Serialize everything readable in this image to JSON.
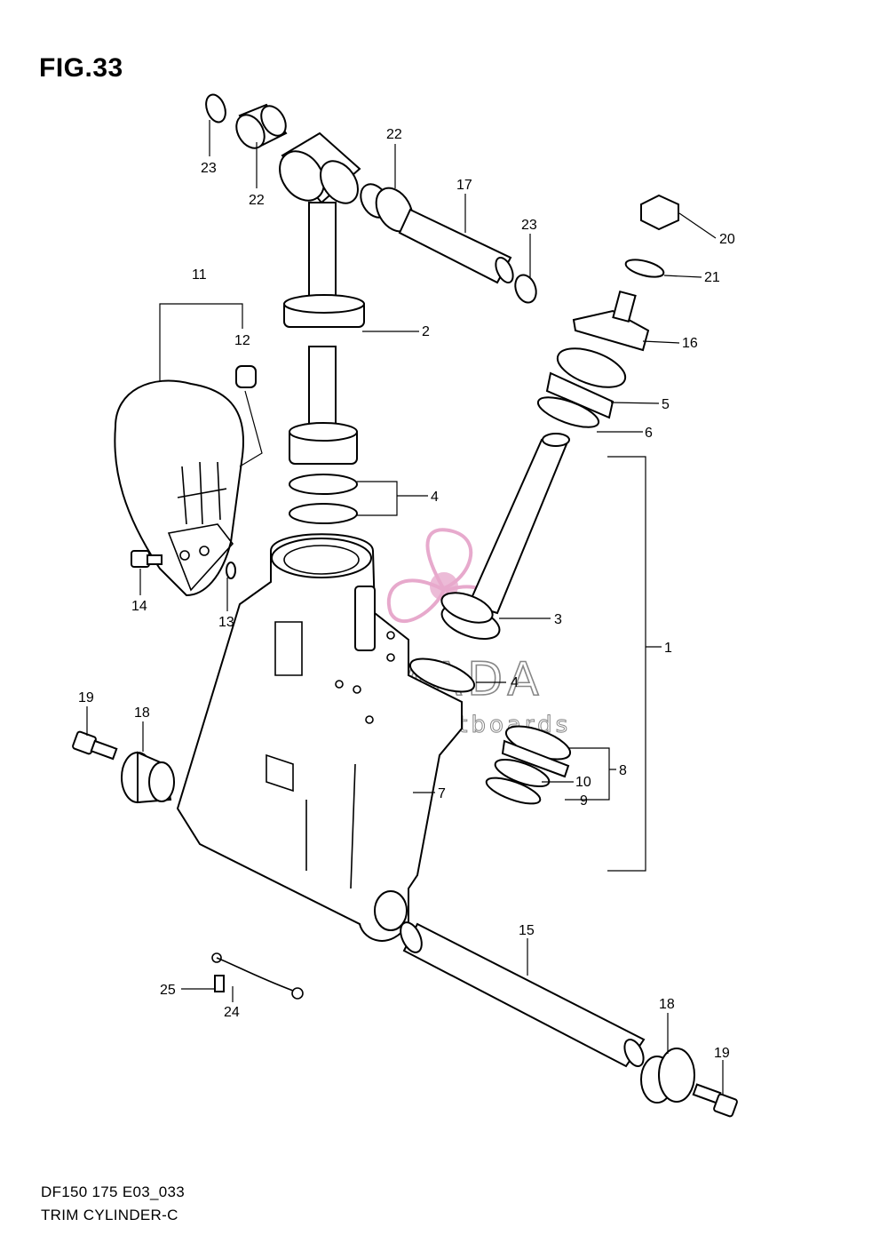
{
  "figure": {
    "title": "FIG.33",
    "model_code": "DF150 175 E03_033",
    "section_name": "TRIM CYLINDER-C"
  },
  "watermark": {
    "brand": "ARMADA",
    "tagline": "marine outboards",
    "accent_color": "#e39bc4"
  },
  "callouts": [
    "23",
    "22",
    "22",
    "23",
    "17",
    "20",
    "21",
    "11",
    "12",
    "2",
    "16",
    "5",
    "6",
    "4",
    "14",
    "13",
    "3",
    "1",
    "19",
    "18",
    "4",
    "7",
    "8",
    "10",
    "9",
    "15",
    "25",
    "24",
    "18",
    "19"
  ]
}
